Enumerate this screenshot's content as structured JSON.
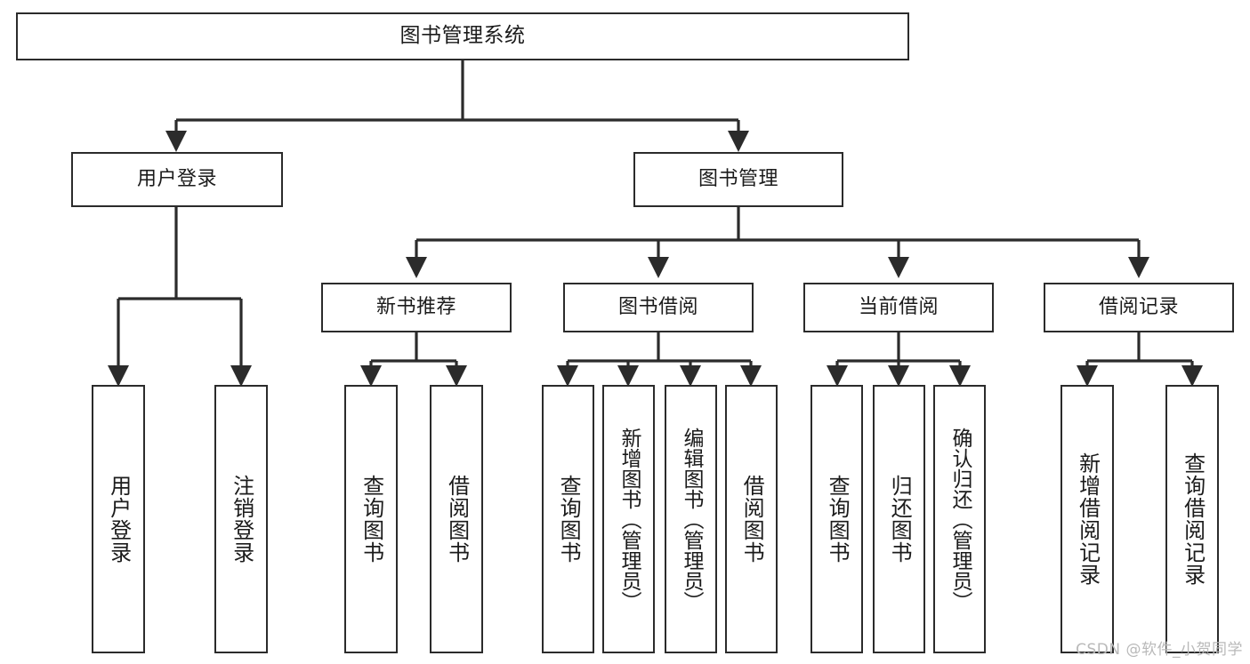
{
  "diagram": {
    "title": "图书管理系统",
    "type": "tree",
    "orientation": "top-down",
    "line_color": "#2b2b2b",
    "box_fill": "#ffffff",
    "text_color": "#1b1b1b"
  },
  "watermark": {
    "text": "CSDN @软件_小贺同学",
    "color": "#b9b9b9"
  },
  "nodes": {
    "root": {
      "label": "图书管理系统"
    },
    "level1": [
      {
        "id": "user-login",
        "label": "用户登录"
      },
      {
        "id": "book-manage",
        "label": "图书管理"
      }
    ],
    "level2": [
      {
        "id": "new-book-recommend",
        "label": "新书推荐"
      },
      {
        "id": "book-borrow",
        "label": "图书借阅"
      },
      {
        "id": "current-borrow",
        "label": "当前借阅"
      },
      {
        "id": "borrow-record",
        "label": "借阅记录"
      }
    ],
    "leaves": {
      "user_login": [
        {
          "id": "leaf-user-login",
          "label": "用户登录"
        },
        {
          "id": "leaf-logout",
          "label": "注销登录"
        }
      ],
      "new_book_recommend": [
        {
          "id": "leaf-query-book-1",
          "label": "查询图书"
        },
        {
          "id": "leaf-borrow-book-1",
          "label": "借阅图书"
        }
      ],
      "book_borrow": [
        {
          "id": "leaf-query-book-2",
          "label": "查询图书"
        },
        {
          "id": "leaf-add-book",
          "label": "新增图书（管理员）"
        },
        {
          "id": "leaf-edit-book",
          "label": "编辑图书（管理员）"
        },
        {
          "id": "leaf-borrow-book-2",
          "label": "借阅图书"
        }
      ],
      "current_borrow": [
        {
          "id": "leaf-query-book-3",
          "label": "查询图书"
        },
        {
          "id": "leaf-return-book",
          "label": "归还图书"
        },
        {
          "id": "leaf-confirm-return",
          "label": "确认归还（管理员）"
        }
      ],
      "borrow_record": [
        {
          "id": "leaf-add-record",
          "label": "新增借阅记录"
        },
        {
          "id": "leaf-query-record",
          "label": "查询借阅记录"
        }
      ]
    }
  }
}
